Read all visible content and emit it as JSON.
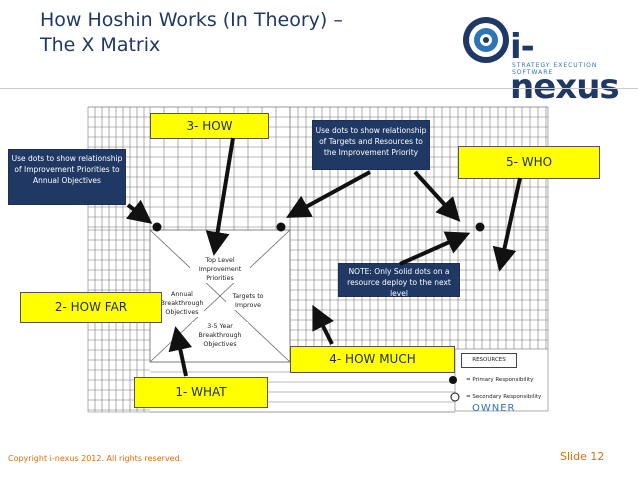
{
  "slide": {
    "title_line1": "How Hoshin Works (In Theory) –",
    "title_line2": "The X Matrix",
    "logo_text": "i-nexus",
    "logo_tagline": "STRATEGY EXECUTION SOFTWARE",
    "copyright": "Copyright i-nexus 2012. All rights reserved.",
    "slide_number": "Slide 12"
  },
  "labels": {
    "how": "3- HOW",
    "who": "5- WHO",
    "how_far": "2- HOW FAR",
    "how_much": "4- HOW MUCH",
    "what": "1- WHAT"
  },
  "notes": {
    "dots_improvement": "Use dots to show relationship of Improvement Priorities to Annual Objectives",
    "dots_targets": "Use dots to show relationship of Targets and Resources to the Improvement Priority",
    "solid_dots": "NOTE: Only Solid dots on a resource deploy to the next level"
  },
  "matrix": {
    "top": "Top Level Improvement Priorities",
    "left": "Annual Breakthrough Objectives",
    "right": "Targets to Improve",
    "bottom": "3-5 Year Breakthrough Objectives"
  },
  "legend": {
    "resources": "RESOURCES",
    "primary": "= Primary Responsibility",
    "secondary": "= Secondary Responsibility",
    "owner": "OWNER"
  },
  "colors": {
    "title": "#1f3864",
    "accent": "#e46c0a",
    "label_yellow": "#ffff00",
    "note_blue": "#1f3864"
  },
  "icons": [
    "logo-target-icon",
    "solid-dot-icon",
    "open-dot-icon",
    "arrow-icon"
  ]
}
